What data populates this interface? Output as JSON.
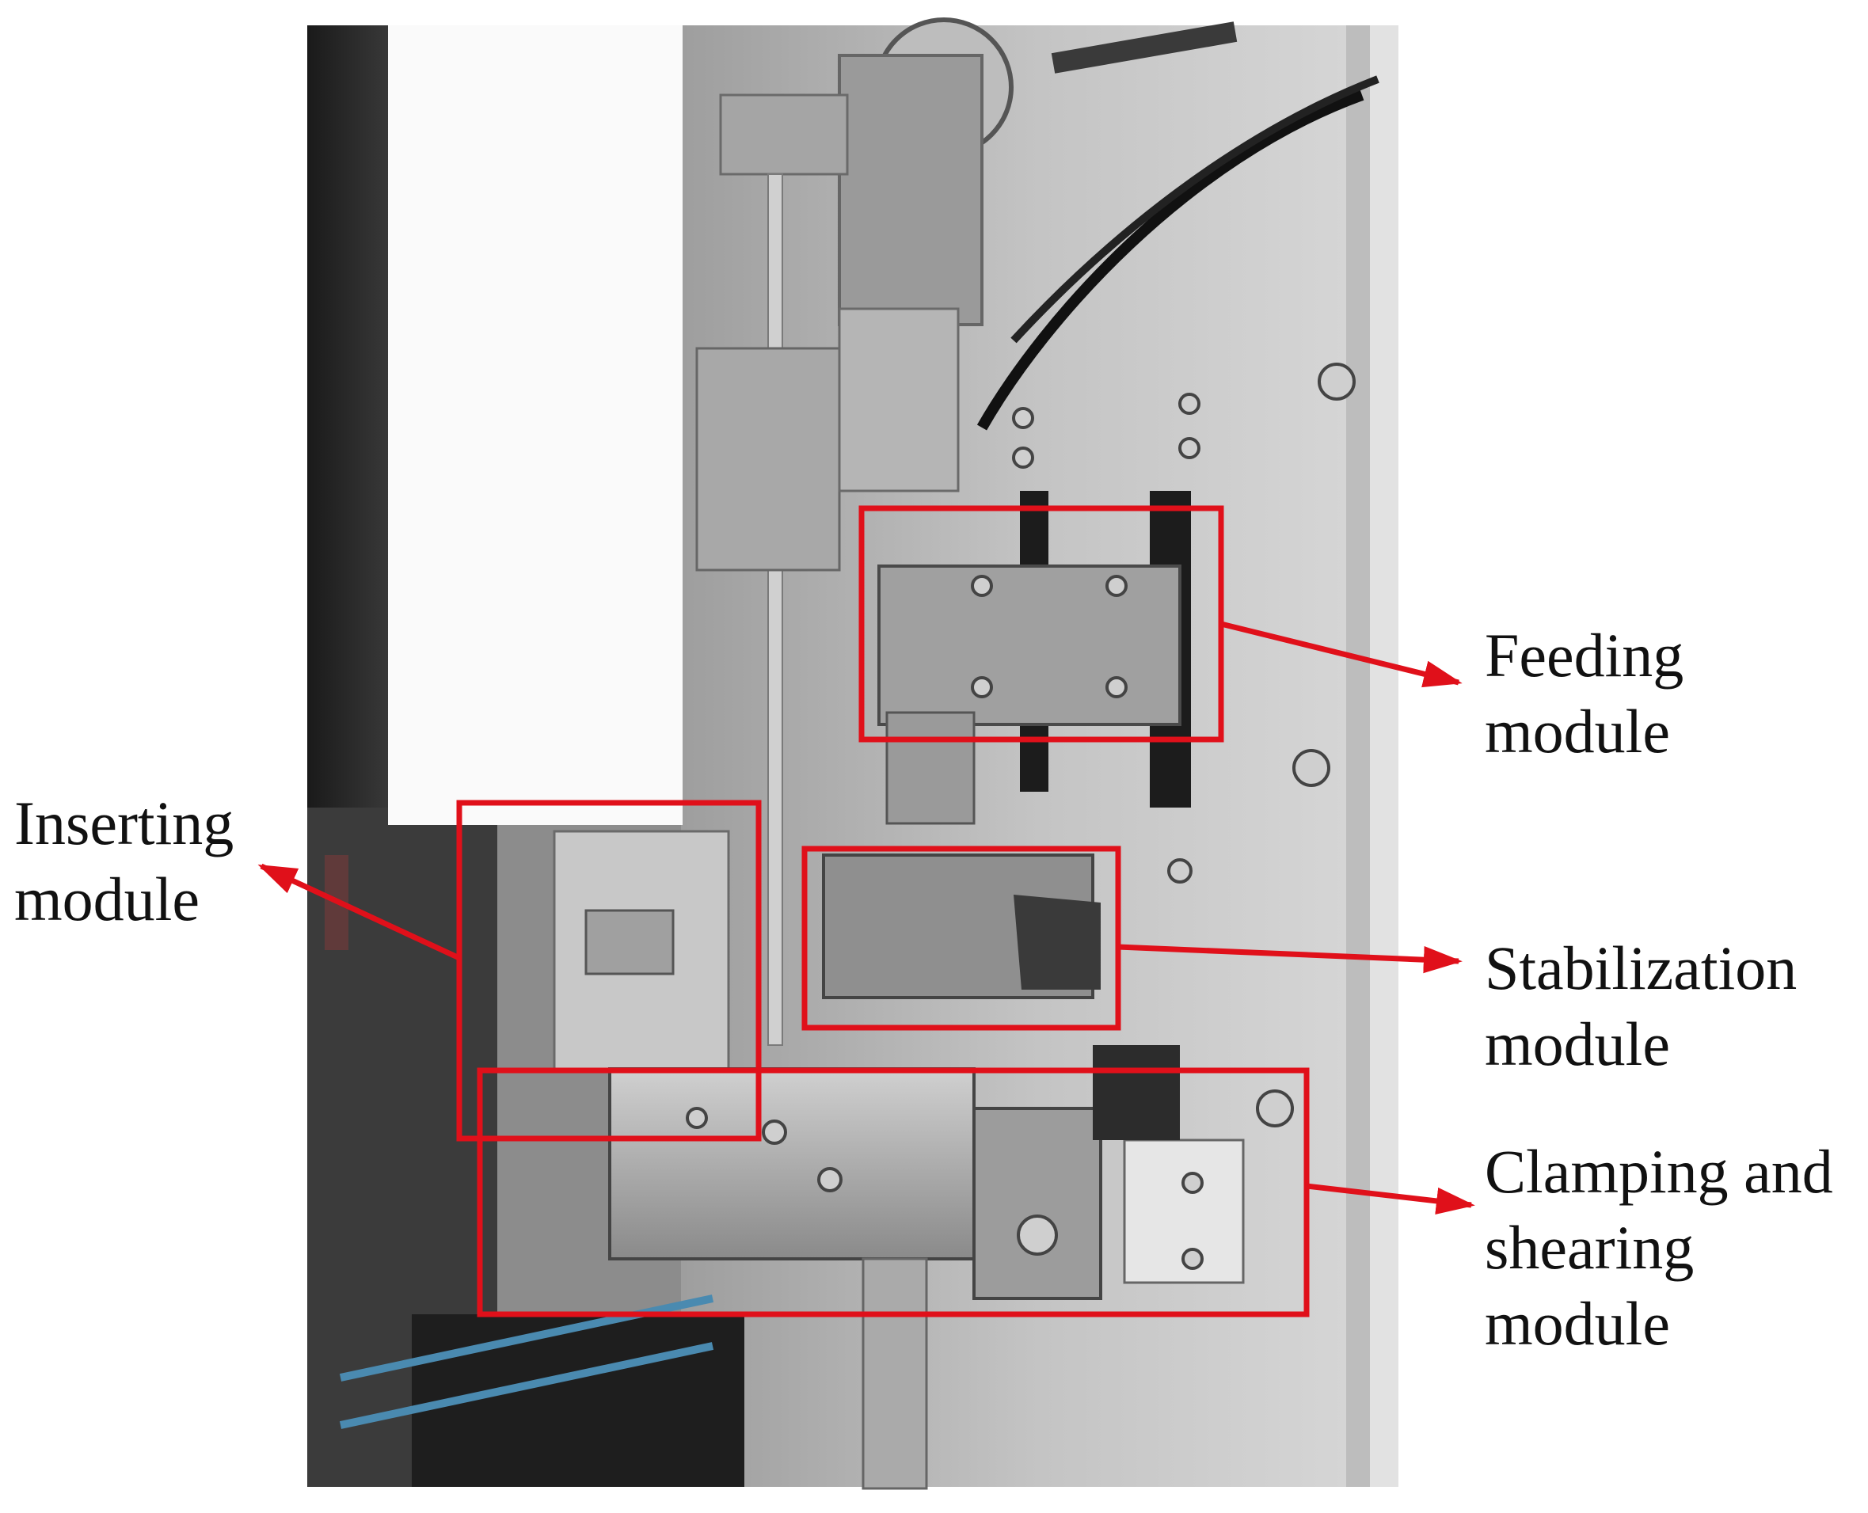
{
  "labels": {
    "feeding": [
      "Feeding",
      "module"
    ],
    "inserting": [
      "Inserting",
      "module"
    ],
    "stabilization": [
      "Stabilization",
      "module"
    ],
    "clamping": [
      "Clamping and",
      "shearing",
      "module"
    ]
  },
  "colors": {
    "annotation": "#e0101a",
    "text": "#111111",
    "photo_dark": "#2a2a2a",
    "photo_metal": "#a8a8a8",
    "photo_light": "#d6d6d6"
  },
  "icons": {
    "photo": "machine-photo",
    "arrow": "annotation-arrow"
  }
}
